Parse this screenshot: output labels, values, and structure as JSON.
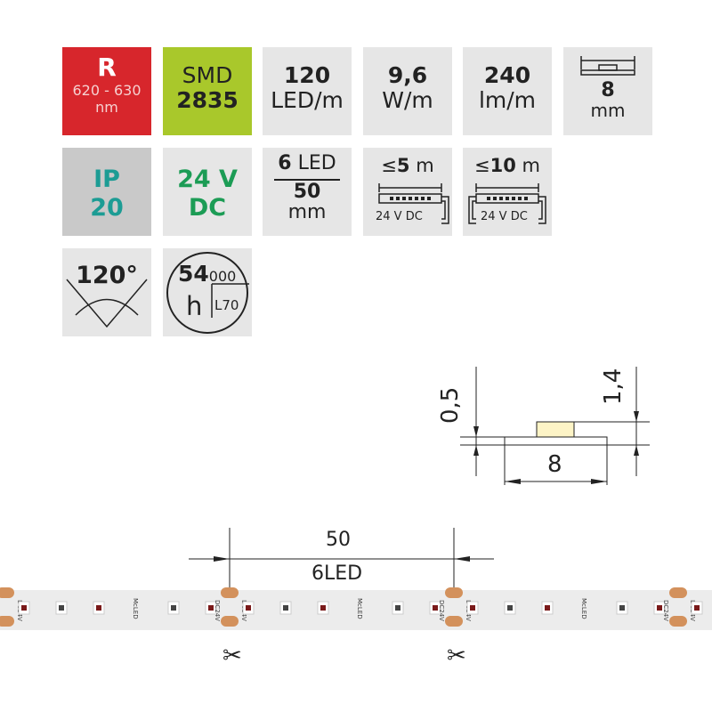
{
  "colors": {
    "red": "#d7262c",
    "lime": "#a9c82b",
    "teal": "#1c9c94",
    "green": "#1c9c55",
    "tile": "#e6e6e6",
    "ip_tile": "#c9c9c9",
    "pad": "#d3915c",
    "strip": "#ececec",
    "sensor": "#fdf4c6"
  },
  "tiles": {
    "color": {
      "letter": "R",
      "range": "620 - 630 nm"
    },
    "chip": {
      "type": "SMD",
      "model": "2835"
    },
    "density": {
      "value": "120",
      "unit": "LED/m"
    },
    "power": {
      "value": "9,6",
      "unit": "W/m"
    },
    "flux": {
      "value": "240",
      "unit": "lm/m"
    },
    "width": {
      "value": "8",
      "unit": "mm"
    },
    "ip": {
      "label": "IP",
      "value": "20"
    },
    "voltage": {
      "value": "24 V",
      "type": "DC"
    },
    "segment": {
      "leds": "6",
      "leds_unit": "LED",
      "length": "50",
      "length_unit": "mm"
    },
    "max_single": {
      "prefix": "≤",
      "value": "5",
      "unit": "m",
      "voltage": "24 V DC"
    },
    "max_double": {
      "prefix": "≤",
      "value": "10",
      "unit": "m",
      "voltage": "24 V DC"
    },
    "angle": {
      "value": "120°"
    },
    "lifetime": {
      "value": "54",
      "suffix": "000",
      "unit": "h",
      "rating": "L70"
    }
  },
  "profile": {
    "height_pcb": "0,5",
    "height_total": "1,4",
    "width": "8"
  },
  "strip": {
    "segment_length": "50",
    "segment_leds": "6LED",
    "brand": "McLED",
    "pad_label": "DC24V"
  }
}
